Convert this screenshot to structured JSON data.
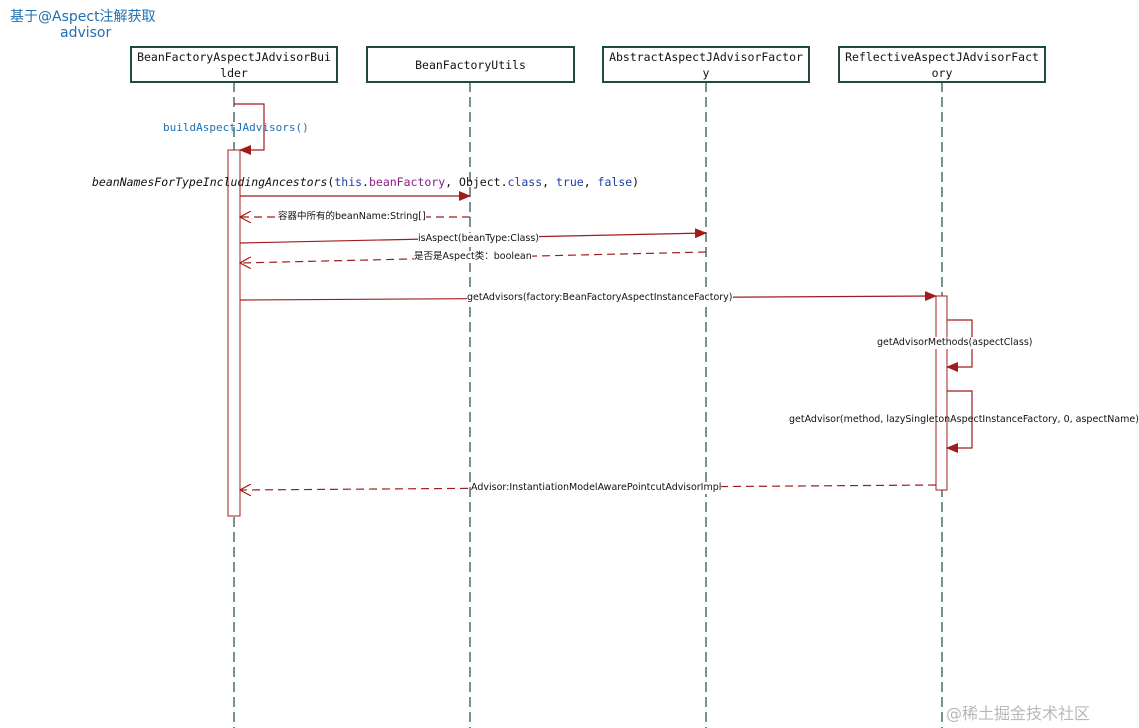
{
  "title": {
    "line1": "基于@Aspect注解获取",
    "line2": "advisor"
  },
  "participants": [
    {
      "name": "BeanFactoryAspectJAdvisorBuilder"
    },
    {
      "name": "BeanFactoryUtils"
    },
    {
      "name": "AbstractAspectJAdvisorFactory"
    },
    {
      "name": "ReflectiveAspectJAdvisorFactory"
    }
  ],
  "messages": {
    "build": "buildAspectJAdvisors()",
    "bean_names_call": {
      "method": "beanNamesForTypeIncludingAncestors",
      "open": "(",
      "this_kw": "this",
      "dot": ".",
      "field": "beanFactory",
      "comma1": ",  ",
      "object_cls": "Object",
      "dot2": ".",
      "class_kw": "class",
      "comma2": ",  ",
      "true_kw": "true",
      "comma3": ",  ",
      "false_kw": "false",
      "close": ")"
    },
    "bean_names_return": "容器中所有的beanName:String[]",
    "is_aspect": "isAspect(beanType:Class)",
    "is_aspect_return": "是否是Aspect类：boolean",
    "get_advisors": "getAdvisors(factory:BeanFactoryAspectInstanceFactory)",
    "get_advisor_methods": "getAdvisorMethods(aspectClass)",
    "get_advisor": "getAdvisor(method, lazySingletonAspectInstanceFactory, 0, aspectName)",
    "advisor_return": "Advisor:InstantiationModelAwarePointcutAdvisorImpl"
  },
  "watermark": "@稀土掘金技术社区",
  "colors": {
    "arrow": "#a01c1c",
    "lifeline": "#1e4a44",
    "title": "#1f6fb2",
    "activation": "#a01c1c"
  }
}
